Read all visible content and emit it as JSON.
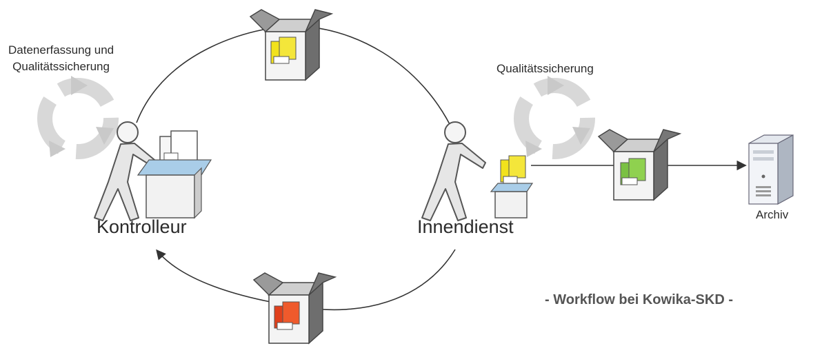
{
  "labels": {
    "datenerfassung_line1": "Datenerfassung und",
    "datenerfassung_line2": "Qualitätssicherung",
    "qualitaetssicherung": "Qualitätssicherung",
    "kontrolleur": "Kontrolleur",
    "innendienst": "Innendienst",
    "archiv": "Archiv",
    "caption": "- Workflow bei Kowika-SKD -"
  },
  "colors": {
    "folder_yellow": "#f2e21c",
    "folder_green": "#7ac143",
    "folder_red": "#e0401c",
    "box_gray": "#8a8a8a",
    "figure_gray": "#d9d9d9",
    "tray_blue": "#a9cde8"
  },
  "icons": [
    "recycle-icon",
    "person-icon",
    "box-icon",
    "server-icon"
  ]
}
